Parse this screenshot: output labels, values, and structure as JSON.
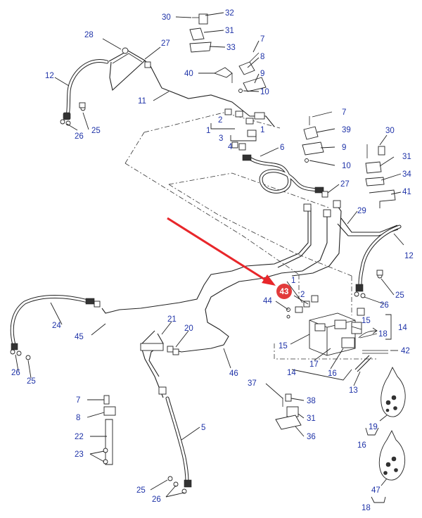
{
  "diagram": {
    "highlight_label": "43",
    "part_labels": {
      "p30a": "30",
      "p32": "32",
      "p31a": "31",
      "p33": "33",
      "p28": "28",
      "p27a": "27",
      "p12a": "12",
      "p11": "11",
      "p7a": "7",
      "p8a": "8",
      "p40": "40",
      "p9a": "9",
      "p10a": "10",
      "p26a": "26",
      "p25a": "25",
      "p2a": "2",
      "p1a": "1",
      "p3": "3",
      "p4": "4",
      "p1b": "1",
      "p6": "6",
      "p7b": "7",
      "p39": "39",
      "p9b": "9",
      "p10b": "10",
      "p30b": "30",
      "p31b": "31",
      "p34": "34",
      "p41": "41",
      "p27b": "27",
      "p29": "29",
      "p12b": "12",
      "p25b": "25",
      "p26b": "26",
      "p1c": "1",
      "p44": "44",
      "p2b": "2",
      "p15a": "15",
      "p18": "18",
      "p14a": "14",
      "p42": "42",
      "p15b": "15",
      "p17": "17",
      "p16a": "16",
      "p14b": "14",
      "p13": "13",
      "p24": "24",
      "p45": "45",
      "p26c": "26",
      "p25c": "25",
      "p21": "21",
      "p20": "20",
      "p46": "46",
      "p37": "37",
      "p38": "38",
      "p31c": "31",
      "p36": "36",
      "p7c": "7",
      "p8b": "8",
      "p22": "22",
      "p23": "23",
      "p5": "5",
      "p25d": "25",
      "p26d": "26",
      "p19": "19",
      "p16b": "16",
      "p47": "47",
      "p18b": "18"
    },
    "colors": {
      "label": "#1f33a8",
      "callout": "#e23b3b",
      "arrow": "#e8262a",
      "line": "#222222"
    }
  }
}
